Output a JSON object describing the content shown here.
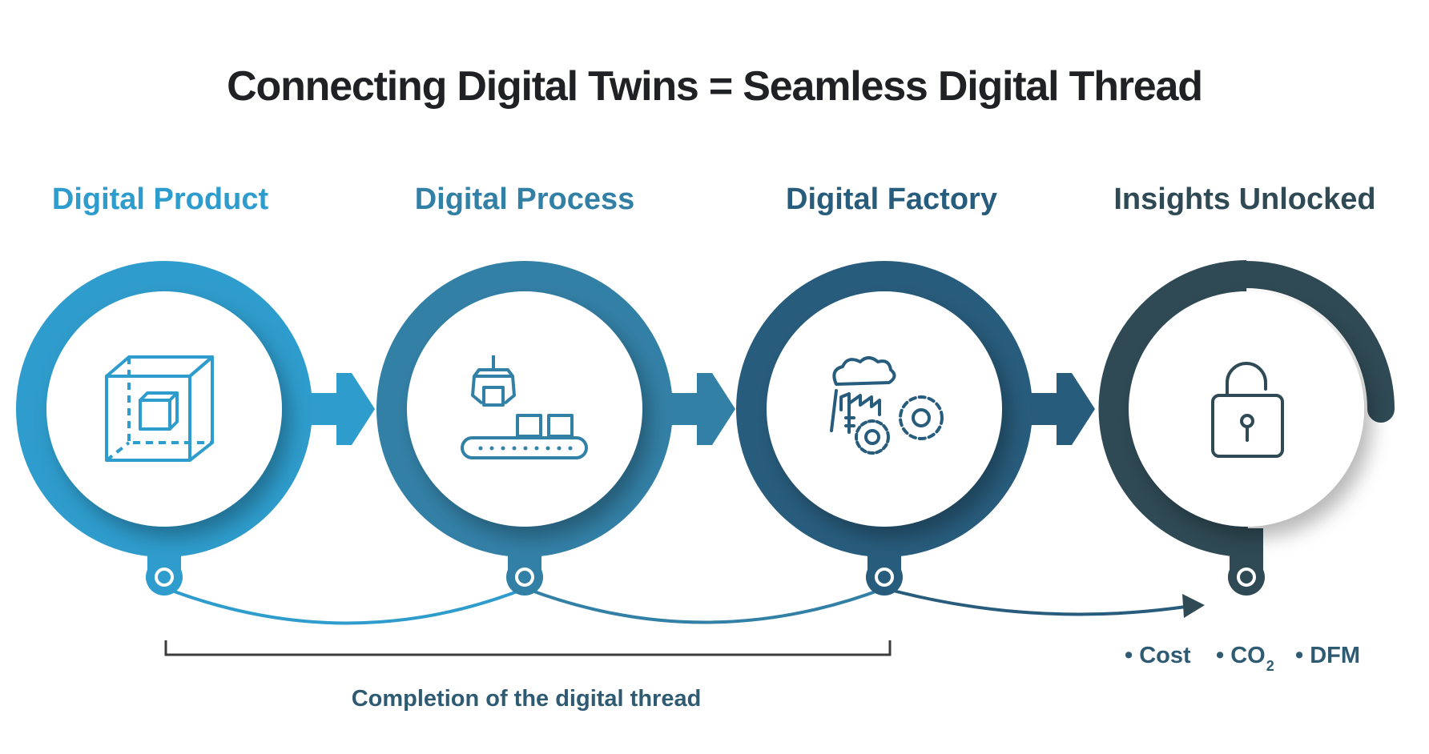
{
  "title": "Connecting Digital Twins = Seamless Digital Thread",
  "colors": {
    "title": "#202124",
    "stage_1": "#2e9ccc",
    "stage_2": "#3380a6",
    "stage_3": "#285c7c",
    "stage_4": "#2f4a55",
    "caption": "#2e5a72",
    "bracket": "#3c3c3c"
  },
  "stages": [
    {
      "label": "Digital Product",
      "icon": "cube-icon"
    },
    {
      "label": "Digital Process",
      "icon": "conveyor-robot-icon"
    },
    {
      "label": "Digital Factory",
      "icon": "factory-gears-icon"
    },
    {
      "label": "Insights Unlocked",
      "icon": "open-padlock-icon"
    }
  ],
  "thread_caption": "Completion of the digital thread",
  "insights": {
    "cost": "• Cost",
    "co2_base": "• CO",
    "co2_sub": "2",
    "dfm": "• DFM"
  }
}
